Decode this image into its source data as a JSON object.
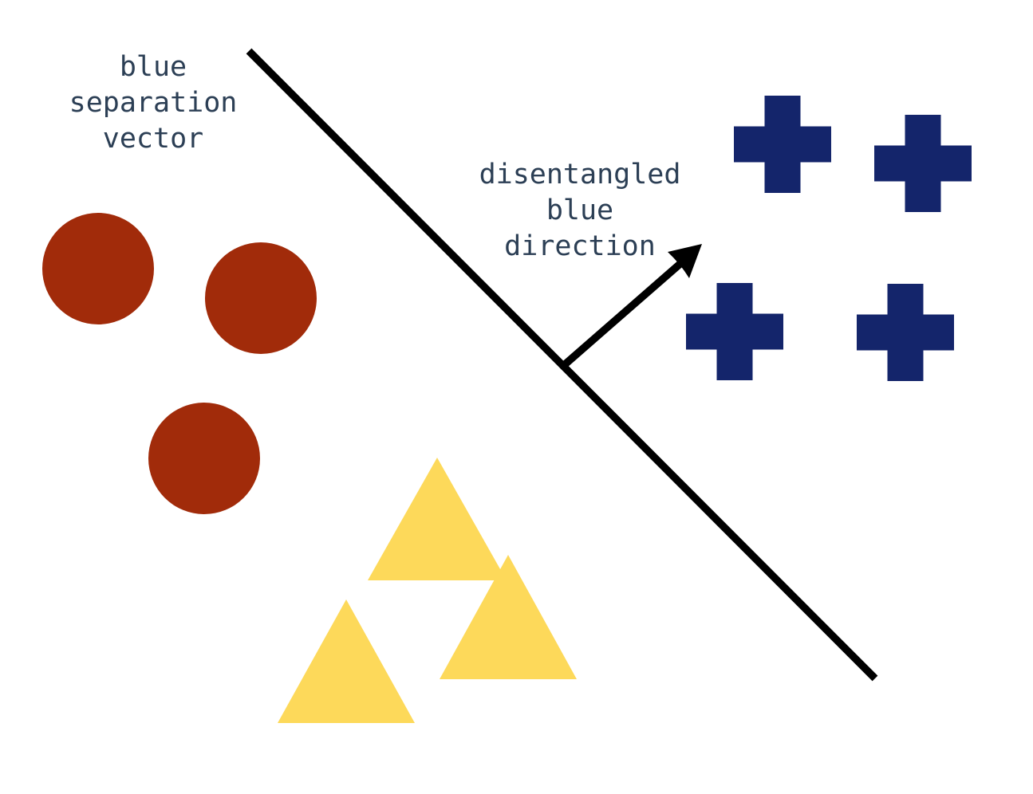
{
  "figure": {
    "title": "disentangled blue direction diagram",
    "labels": {
      "separation_vector": "blue\nseparation\nvector",
      "blue_direction": "disentangled\nblue\ndirection"
    },
    "colors": {
      "background": "#ffffff",
      "text": "#2c3f55",
      "line": "#000000",
      "red_circle": "#a12b0a",
      "yellow_triangle": "#fdd95a",
      "blue_plus": "#14256b"
    },
    "clusters": {
      "red_circles": {
        "shape": "circle",
        "color_name": "red",
        "count": 3
      },
      "yellow_triangles": {
        "shape": "triangle",
        "color_name": "yellow",
        "count": 3
      },
      "blue_plusses": {
        "shape": "plus",
        "color_name": "blue",
        "count": 4
      }
    },
    "annotations": {
      "separation_line": "diagonal line separating blue plusses from other shapes",
      "direction_arrow": "arrow perpendicular to separation line pointing toward blue cluster"
    }
  }
}
